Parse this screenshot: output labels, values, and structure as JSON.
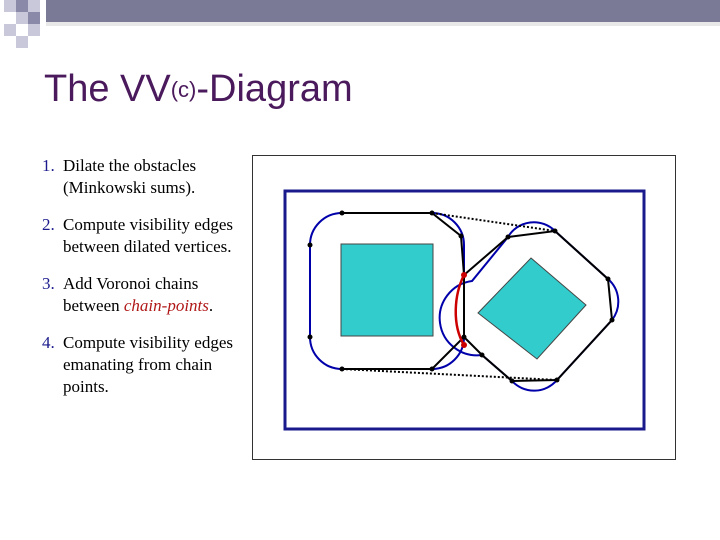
{
  "slide": {
    "title_main": "The VV",
    "title_sup": "(c)",
    "title_rest": "-Diagram"
  },
  "steps": [
    {
      "number": "1.",
      "text": "Dilate the obstacles (Minkowski sums).",
      "highlight": "",
      "suffix": ""
    },
    {
      "number": "2.",
      "text": "Compute visibility edges between dilated vertices.",
      "highlight": "",
      "suffix": ""
    },
    {
      "number": "3.",
      "text": "Add Voronoi chains between ",
      "highlight": "chain-points",
      "suffix": "."
    },
    {
      "number": "4.",
      "text": "Compute visibility edges emanating from chain points.",
      "highlight": "",
      "suffix": ""
    }
  ],
  "colors": {
    "title": "#4a1a5c",
    "number": "#1a1a8c",
    "highlight": "#b01818",
    "boundary": "#1a1a8c",
    "obstacle_fill": "#33cccc",
    "dilated_outline": "#0000aa",
    "visibility_edge": "#000000",
    "voronoi_chain": "#cc0000"
  }
}
